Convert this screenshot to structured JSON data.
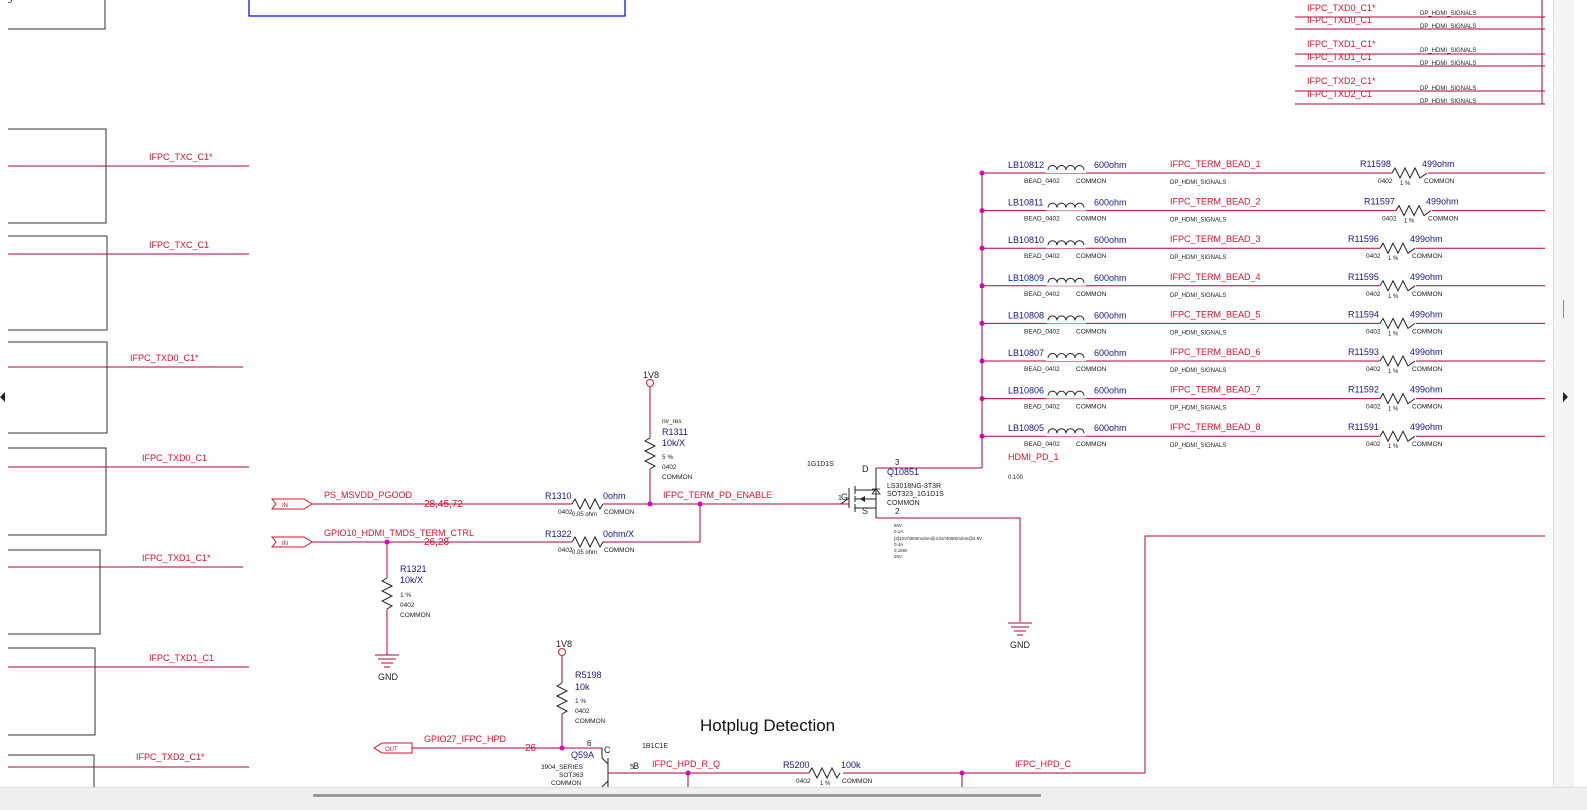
{
  "section_title": "Hotplug Detection",
  "colors": {
    "net": "#b0003a",
    "label_red": "#e0102a",
    "part_blue": "#16168c",
    "junction": "#e000c8",
    "power_pin": "#cc2222",
    "frame": "#0000ee"
  },
  "top_right_nets": [
    {
      "net_a": "IFPC_TXD0_C1*",
      "net_b": "IFPC_TXD0_C1",
      "class_a": "DP_HDMI_SIGNALS",
      "class_b": "DP_HDMI_SIGNALS"
    },
    {
      "net_a": "IFPC_TXD1_C1*",
      "net_b": "IFPC_TXD1_C1",
      "class_a": "DP_HDMI_SIGNALS",
      "class_b": "DP_HDMI_SIGNALS"
    },
    {
      "net_a": "IFPC_TXD2_C1*",
      "net_b": "IFPC_TXD2_C1",
      "class_a": "DP_HDMI_SIGNALS",
      "class_b": "DP_HDMI_SIGNALS"
    }
  ],
  "left_nets": [
    "IFPC_TXC_C1*",
    "IFPC_TXC_C1",
    "IFPC_TXD0_C1*",
    "IFPC_TXD0_C1",
    "IFPC_TXD1_C1*",
    "IFPC_TXD1_C1",
    "IFPC_TXD2_C1*"
  ],
  "corner_letter": "D",
  "bead_rows": [
    {
      "bead": "LB10812",
      "bead_val": "600ohm",
      "net": "IFPC_TERM_BEAD_1",
      "res": "R11598",
      "res_val": "499ohm"
    },
    {
      "bead": "LB10811",
      "bead_val": "600ohm",
      "net": "IFPC_TERM_BEAD_2",
      "res": "R11597",
      "res_val": "499ohm"
    },
    {
      "bead": "LB10810",
      "bead_val": "600ohm",
      "net": "IFPC_TERM_BEAD_3",
      "res": "R11596",
      "res_val": "499ohm"
    },
    {
      "bead": "LB10809",
      "bead_val": "600ohm",
      "net": "IFPC_TERM_BEAD_4",
      "res": "R11595",
      "res_val": "499ohm"
    },
    {
      "bead": "LB10808",
      "bead_val": "600ohm",
      "net": "IFPC_TERM_BEAD_5",
      "res": "R11594",
      "res_val": "499ohm"
    },
    {
      "bead": "LB10807",
      "bead_val": "600ohm",
      "net": "IFPC_TERM_BEAD_6",
      "res": "R11593",
      "res_val": "499ohm"
    },
    {
      "bead": "LB10806",
      "bead_val": "600ohm",
      "net": "IFPC_TERM_BEAD_7",
      "res": "R11592",
      "res_val": "499ohm"
    },
    {
      "bead": "LB10805",
      "bead_val": "600ohm",
      "net": "IFPC_TERM_BEAD_8",
      "res": "R11591",
      "res_val": "499ohm"
    }
  ],
  "bead_common": {
    "pkg": "BEAD_0402",
    "common": "COMMON",
    "net_class": "DP_HDMI_SIGNALS",
    "res_pkg": "0402",
    "res_tol": "1 %",
    "res_common": "COMMON"
  },
  "hdmi_pd": {
    "net": "HDMI_PD_1",
    "value": "0.100"
  },
  "q10851": {
    "ref": "Q10851",
    "part": "LS3018NG-3T3R",
    "pkg": "SOT323_1G1D1S",
    "common": "COMMON",
    "header": "1G1D1S",
    "pin_d": "D",
    "pin_g": "G",
    "pin_s": "S",
    "pin_num_d": "3",
    "pin_num_g": "1",
    "pin_num_s": "2",
    "specs": [
      "60V",
      "0.1A",
      "[3]10V/3000mohm@4.5V/4000mohm@2.5V",
      "0.4A",
      "0.15W",
      "20V"
    ]
  },
  "r1311": {
    "power": "1V8",
    "note": "nv_res",
    "ref": "R1311",
    "value": "10k/X",
    "tol": "5 %",
    "pkg": "0402",
    "common": "COMMON"
  },
  "r1310": {
    "ref": "R1310",
    "value": "0ohm",
    "pkg": "0402",
    "tol": "0.05 ohm",
    "common": "COMMON"
  },
  "r1322": {
    "ref": "R1322",
    "value": "0ohm/X",
    "pkg": "0402",
    "tol": "0.05 ohm",
    "common": "COMMON"
  },
  "r1321": {
    "ref": "R1321",
    "value": "10k/X",
    "tol": "1 %",
    "pkg": "0402",
    "common": "COMMON"
  },
  "ports": [
    {
      "dir": "IN",
      "net": "PS_MSVDD_PGOOD",
      "pages": "28,45,72"
    },
    {
      "dir": "IN",
      "net": "GPIO10_HDMI_TMDS_TERM_CTRL",
      "pages": "26,28"
    },
    {
      "dir": "OUT",
      "net": "GPIO27_IFPC_HPD",
      "pages": "26"
    }
  ],
  "term_pd_net": "IFPC_TERM_PD_ENABLE",
  "gnd": "GND",
  "r5198": {
    "power": "1V8",
    "ref": "R5198",
    "value": "10k",
    "tol": "1 %",
    "pkg": "0402",
    "common": "COMMON"
  },
  "q59a": {
    "ref": "Q59A",
    "part": "3904_SERIES",
    "pkg": "SOT363",
    "common": "COMMON",
    "header": "1B1C1E",
    "pin_c": "C",
    "pin_b": "B",
    "pin_num_c": "6",
    "pin_num_b": "5"
  },
  "hpd_r_q": "IFPC_HPD_R_Q",
  "r5200": {
    "ref": "R5200",
    "value": "100k",
    "pkg": "0402",
    "tol": "1 %",
    "common": "COMMON"
  },
  "hpd_c": "IFPC_HPD_C"
}
